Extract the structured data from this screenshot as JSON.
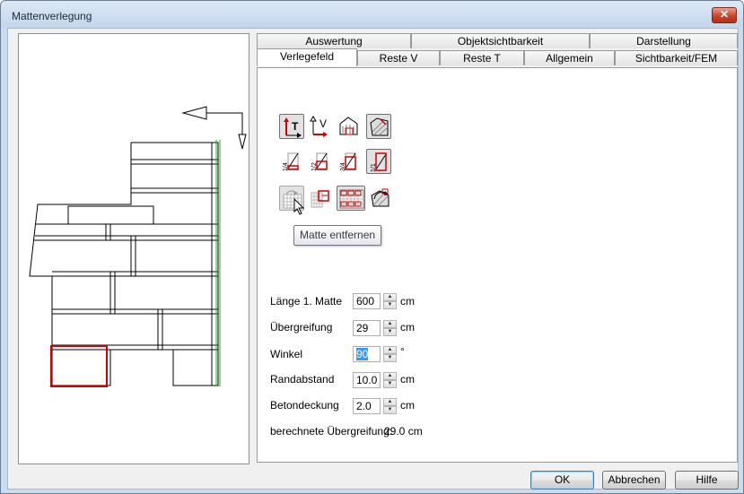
{
  "window": {
    "title": "Mattenverlegung",
    "close_glyph": "✕"
  },
  "tabs": {
    "row1": [
      "Auswertung",
      "Objektsichtbarkeit",
      "Darstellung"
    ],
    "row2": [
      "Verlegefeld",
      "Reste V",
      "Reste T",
      "Allgemein",
      "Sichtbarkeit/FEM"
    ],
    "active": "Verlegefeld"
  },
  "toolbar": {
    "rows": [
      [
        "mesh-direction-t-icon",
        "mesh-direction-v-icon",
        "polygon-area-icon",
        "hatched-area-icon"
      ],
      [
        "length-one-fourth-icon",
        "length-one-half-icon",
        "length-three-fourths-icon",
        "length-full-icon"
      ],
      [
        "remove-mat-icon",
        "insert-mat-icon",
        "mat-grid-icon",
        "rotate-mat-icon"
      ]
    ],
    "tooltip": "Matte entfernen"
  },
  "form": {
    "fields": [
      {
        "label": "Länge 1. Matte",
        "value": "600",
        "unit": "cm"
      },
      {
        "label": "Übergreifung",
        "value": "29",
        "unit": "cm"
      },
      {
        "label": "Winkel",
        "value": "90",
        "unit": "°"
      },
      {
        "label": "Randabstand",
        "value": "10.0",
        "unit": "cm"
      },
      {
        "label": "Betondeckung",
        "value": "2.0",
        "unit": "cm"
      }
    ],
    "calc_label": "berechnete Übergreifung:",
    "calc_value": "29.0 cm"
  },
  "buttons": {
    "ok": "OK",
    "cancel": "Abbrechen",
    "help": "Hilfe"
  },
  "colors": {
    "selection_red": "#d40000",
    "rebar_green": "#1fb01f",
    "highlight_blue": "#3399ff"
  }
}
